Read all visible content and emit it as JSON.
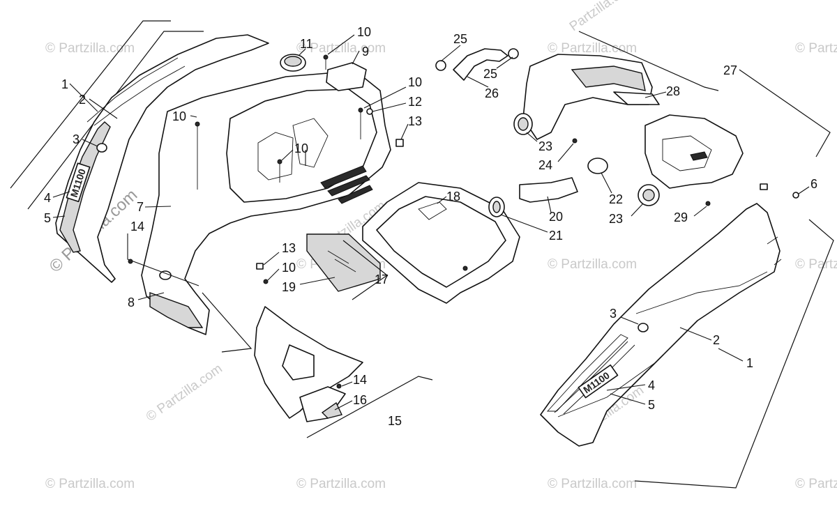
{
  "diagram": {
    "watermarks": {
      "text": "© Partzilla.com",
      "side_text": "© Partzilla.com",
      "side_label": "Partzilla.com"
    },
    "badges": {
      "left_model": "M1100",
      "right_model": "M1100"
    },
    "callouts": [
      {
        "id": "c1a",
        "text": "1"
      },
      {
        "id": "c2a",
        "text": "2"
      },
      {
        "id": "c3a",
        "text": "3"
      },
      {
        "id": "c4a",
        "text": "4"
      },
      {
        "id": "c5a",
        "text": "5"
      },
      {
        "id": "c7",
        "text": "7"
      },
      {
        "id": "c8",
        "text": "8"
      },
      {
        "id": "c14a",
        "text": "14"
      },
      {
        "id": "c10a",
        "text": "10"
      },
      {
        "id": "c11",
        "text": "11"
      },
      {
        "id": "c10b",
        "text": "10"
      },
      {
        "id": "c9",
        "text": "9"
      },
      {
        "id": "c10c",
        "text": "10"
      },
      {
        "id": "c12",
        "text": "12"
      },
      {
        "id": "c13a",
        "text": "13"
      },
      {
        "id": "c10d",
        "text": "10"
      },
      {
        "id": "c13b",
        "text": "13"
      },
      {
        "id": "c10e",
        "text": "10"
      },
      {
        "id": "c19",
        "text": "19"
      },
      {
        "id": "c17",
        "text": "17"
      },
      {
        "id": "c18",
        "text": "18"
      },
      {
        "id": "c14b",
        "text": "14"
      },
      {
        "id": "c16",
        "text": "16"
      },
      {
        "id": "c15",
        "text": "15"
      },
      {
        "id": "c25a",
        "text": "25"
      },
      {
        "id": "c25b",
        "text": "25"
      },
      {
        "id": "c26",
        "text": "26"
      },
      {
        "id": "c27",
        "text": "27"
      },
      {
        "id": "c28",
        "text": "28"
      },
      {
        "id": "c23a",
        "text": "23"
      },
      {
        "id": "c24",
        "text": "24"
      },
      {
        "id": "c20",
        "text": "20"
      },
      {
        "id": "c21",
        "text": "21"
      },
      {
        "id": "c22",
        "text": "22"
      },
      {
        "id": "c23b",
        "text": "23"
      },
      {
        "id": "c29",
        "text": "29"
      },
      {
        "id": "c6",
        "text": "6"
      },
      {
        "id": "c3b",
        "text": "3"
      },
      {
        "id": "c2b",
        "text": "2"
      },
      {
        "id": "c1b",
        "text": "1"
      },
      {
        "id": "c4b",
        "text": "4"
      },
      {
        "id": "c5b",
        "text": "5"
      }
    ]
  }
}
